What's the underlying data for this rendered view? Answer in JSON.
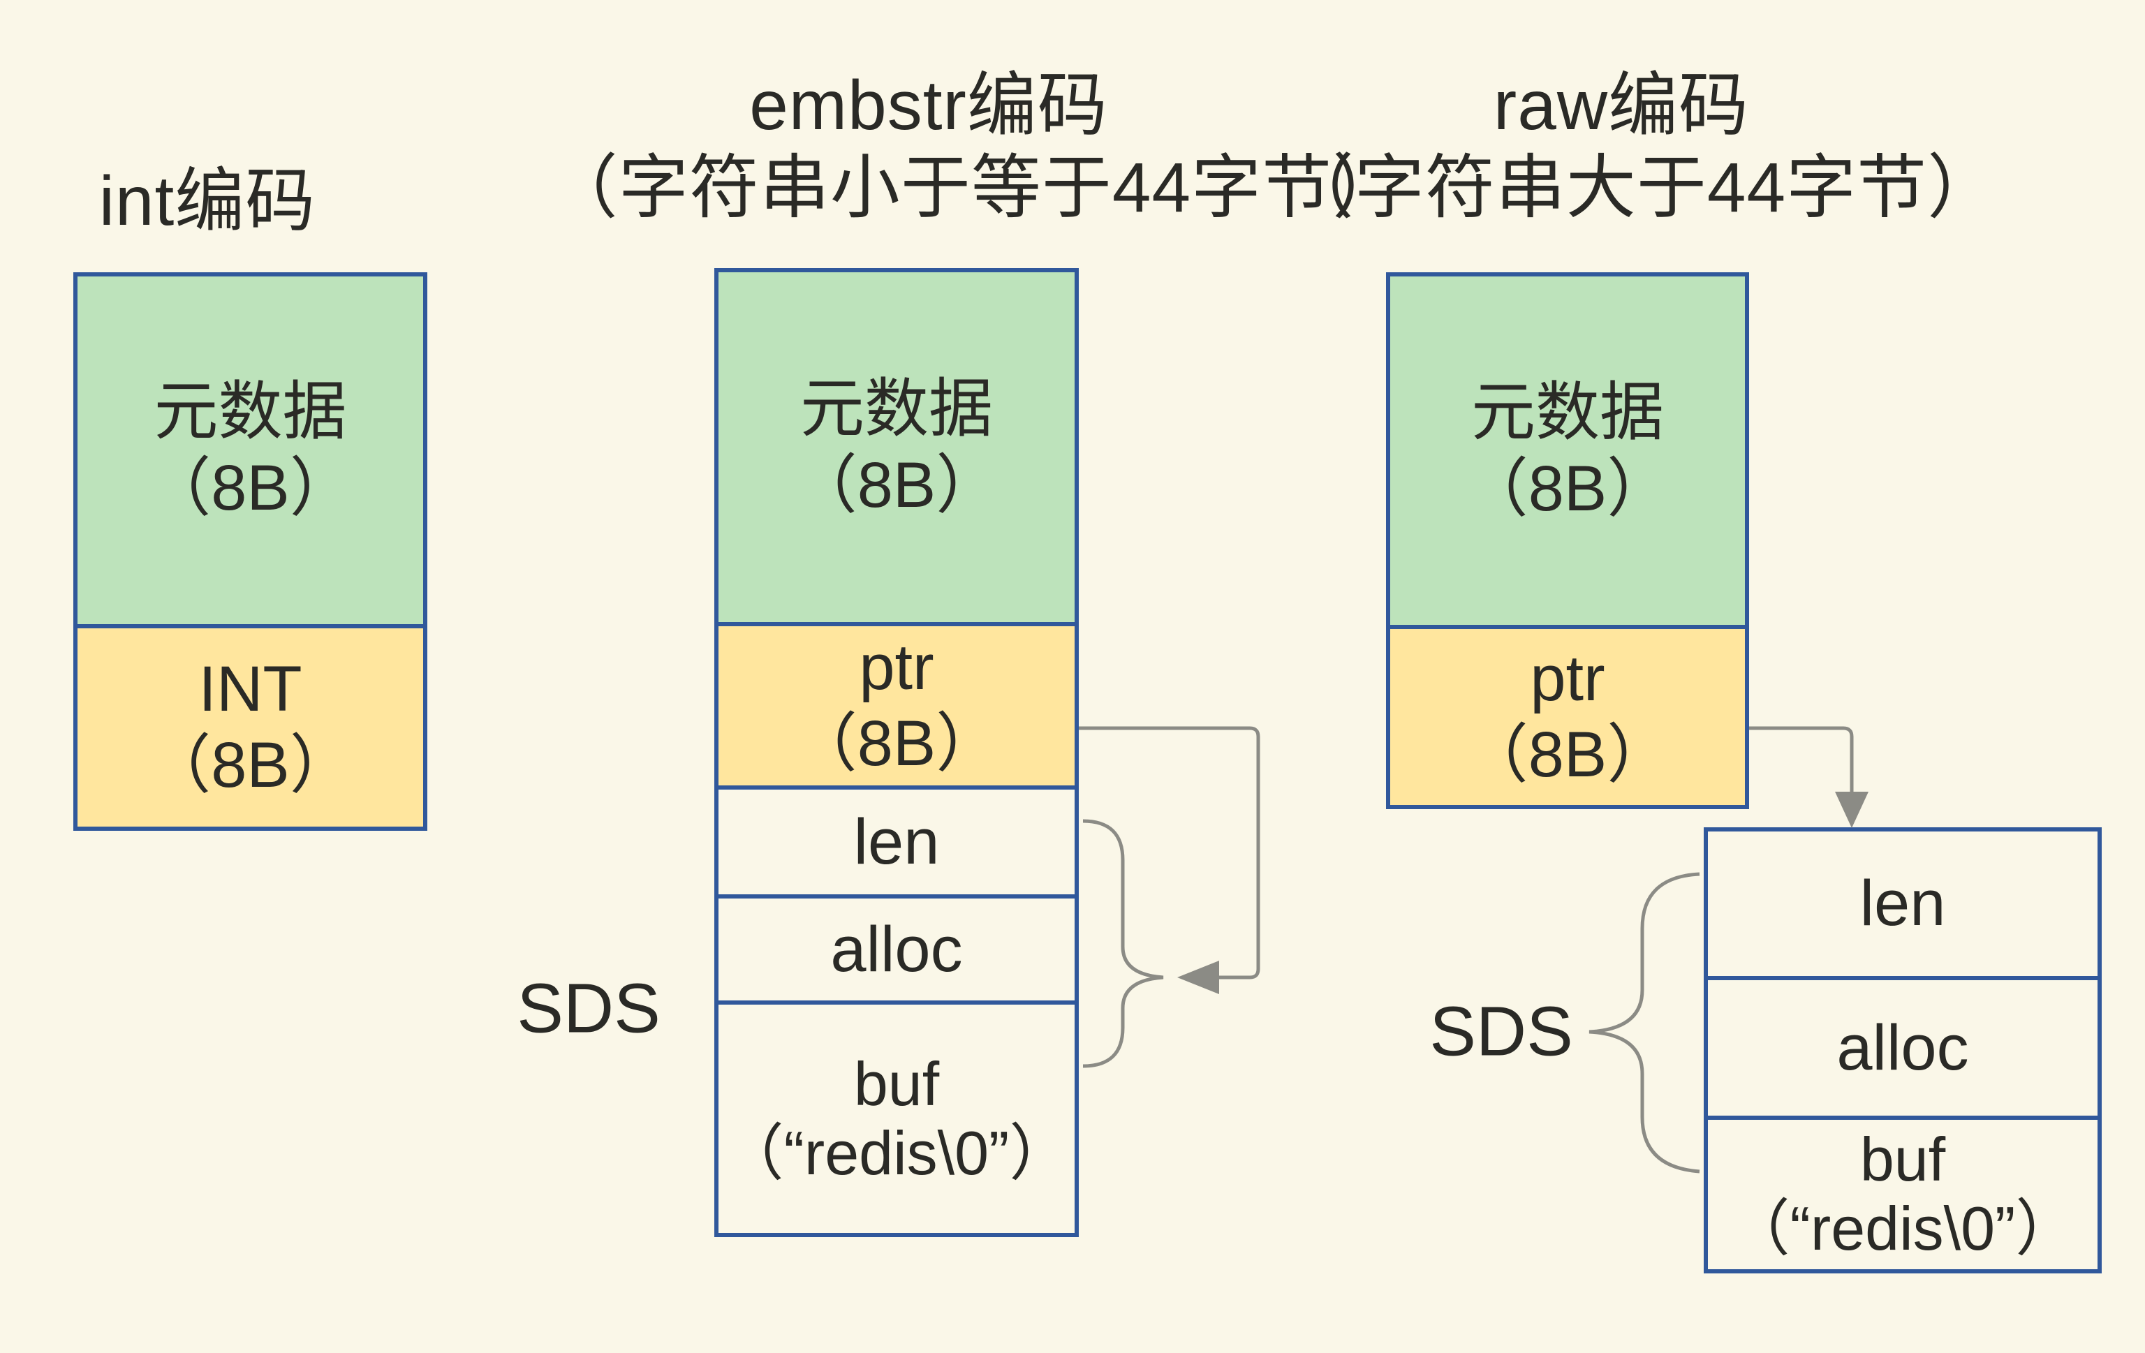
{
  "colors": {
    "background": "#FAF7E8",
    "box_border": "#30589B",
    "green_fill": "#BDE3BB",
    "yellow_fill": "#FFE69E",
    "arrow": "#8B8B85",
    "text": "#2A2A26"
  },
  "titles": {
    "int": {
      "line1": "int编码"
    },
    "embstr": {
      "line1": "embstr编码",
      "line2": "（字符串小于等于44字节）"
    },
    "raw": {
      "line1": "raw编码",
      "line2": "（字符串大于44字节）"
    }
  },
  "int_column": {
    "metadata": {
      "line1": "元数据",
      "line2": "（8B）"
    },
    "value": {
      "line1": "INT",
      "line2": "（8B）"
    }
  },
  "embstr_column": {
    "metadata": {
      "line1": "元数据",
      "line2": "（8B）"
    },
    "ptr": {
      "line1": "ptr",
      "line2": "（8B）"
    },
    "sds_label": "SDS",
    "len": "len",
    "alloc": "alloc",
    "buf": {
      "line1": "buf",
      "line2": "（“redis\\0”）"
    }
  },
  "raw_column": {
    "metadata": {
      "line1": "元数据",
      "line2": "（8B）"
    },
    "ptr": {
      "line1": "ptr",
      "line2": "（8B）"
    },
    "sds_label": "SDS",
    "len": "len",
    "alloc": "alloc",
    "buf": {
      "line1": "buf",
      "line2": "（“redis\\0”）"
    }
  }
}
